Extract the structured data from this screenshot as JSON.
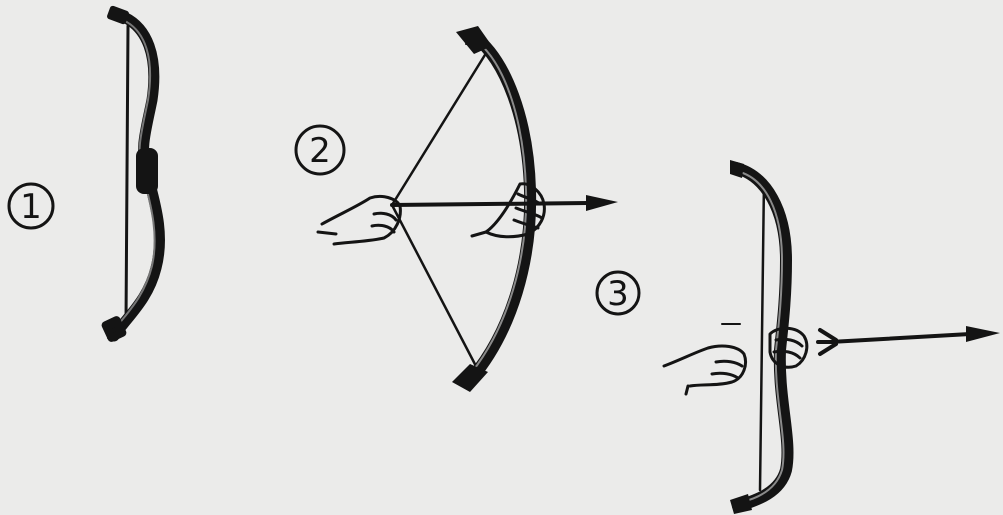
{
  "stages": [
    {
      "number": "1"
    },
    {
      "number": "2"
    },
    {
      "number": "3"
    }
  ],
  "colors": {
    "paper": "#ebebea",
    "ink": "#141414"
  }
}
